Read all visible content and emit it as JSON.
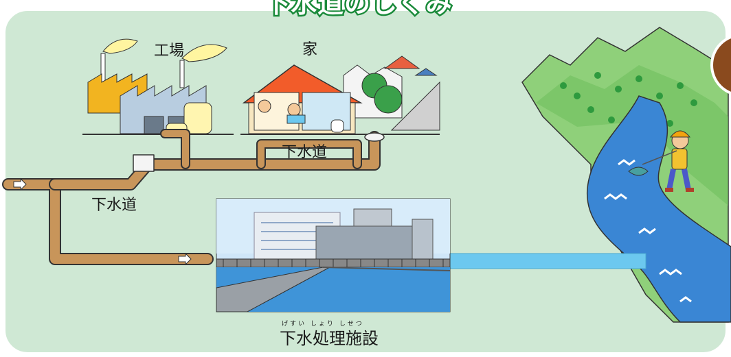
{
  "title": "下水道のしくみ",
  "labels": {
    "factory": "工場",
    "house": "家",
    "sewer_upper": "下水道",
    "sewer_left": "下水道",
    "treatment_plant": "下水処理施設",
    "treatment_plant_ruby": "げすい しょり しせつ"
  },
  "colors": {
    "panel": "#cfe8d4",
    "pipe": "#c8955a",
    "water": "#6cc8ef",
    "river": "#3a86d4",
    "title_stroke": "#1a8a3a"
  }
}
